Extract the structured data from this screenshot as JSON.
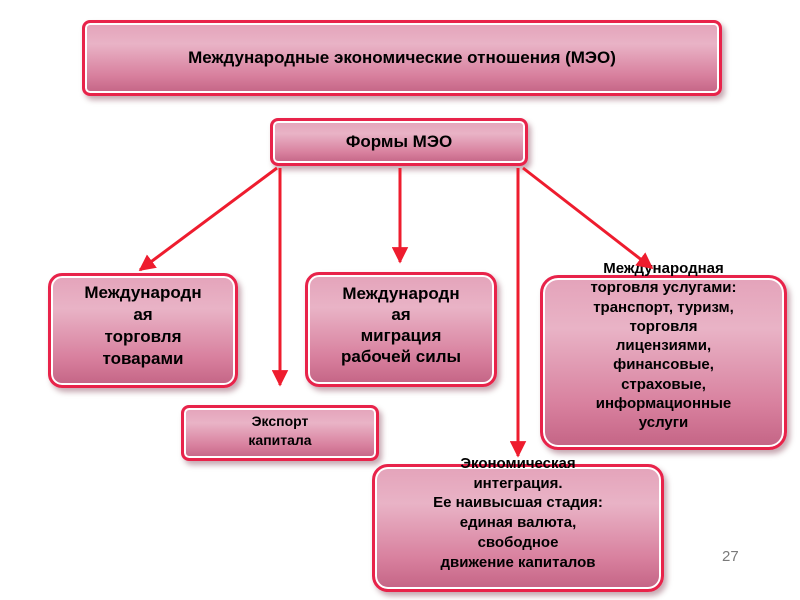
{
  "diagram": {
    "title": "Международные экономические отношения (МЭО)",
    "forms": "Формы МЭО",
    "goods_trade": "Международн\nая\nторговля\nтоварами",
    "labor_migration": "Международн\nая\nмиграция\nрабочей силы",
    "services_trade": "Международная\nторговля услугами:\nтранспорт, туризм,\nторговля\nлицензиями,\nфинансовые,\nстраховые,\nинформационные\nуслуги",
    "capital_export": "Экспорт\nкапитала",
    "integration": "Экономическая\nинтеграция.\nЕе наивысшая стадия:\nединая валюта,\nсвободное\nдвижение капиталов"
  },
  "page_number": "27",
  "colors": {
    "border": "#e8234a",
    "arrow": "#ee1c2e",
    "fill_top": "#e4a3ba",
    "fill_bottom": "#c46485"
  }
}
